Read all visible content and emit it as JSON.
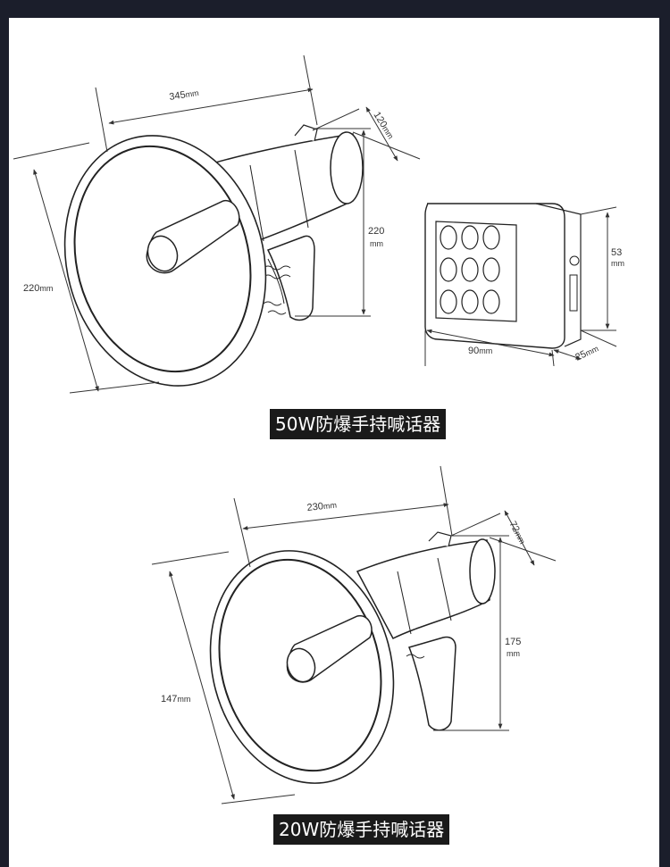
{
  "captions": {
    "top": "50W防爆手持喊话器",
    "bottom": "20W防爆手持喊话器"
  },
  "megaphone_50w": {
    "length": "345",
    "length_unit": "mm",
    "depth": "120",
    "depth_unit": "mm",
    "height": "220",
    "height_unit": "mm",
    "bell_diameter": "220",
    "bell_diameter_unit": "mm"
  },
  "controller": {
    "height": "53",
    "height_unit": "mm",
    "width": "90",
    "width_unit": "mm",
    "depth": "25",
    "depth_unit": "mm",
    "button_count": 9
  },
  "megaphone_20w": {
    "length": "230",
    "length_unit": "mm",
    "depth": "72",
    "depth_unit": "mm",
    "height": "175",
    "height_unit": "mm",
    "bell_diameter": "147",
    "bell_diameter_unit": "mm"
  }
}
